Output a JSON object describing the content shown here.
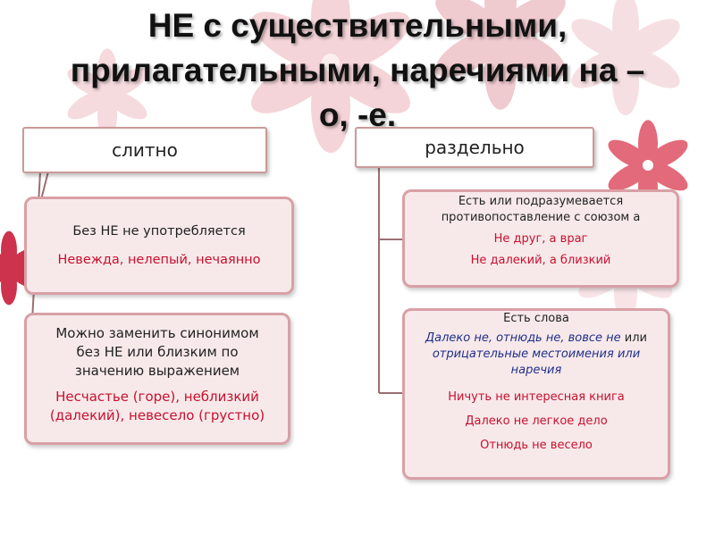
{
  "title": {
    "line1": "НЕ с существительными,",
    "line2": "прилагательными, наречиями на –",
    "line3": "о, -е."
  },
  "left": {
    "header": "слитно",
    "card1": {
      "rule": "Без НЕ не употребляется",
      "example": "Невежда, нелепый, нечаянно"
    },
    "card2": {
      "rule_line1": "Можно заменить синонимом",
      "rule_line2": "без НЕ или близким по",
      "rule_line3": "значению выражением",
      "example_line1": "Несчастье (горе), неблизкий",
      "example_line2": "(далекий), невесело (грустно)"
    }
  },
  "right": {
    "header": "раздельно",
    "card1": {
      "rule_line1": "Есть или подразумевается",
      "rule_line2": "противопоставление с союзом а",
      "example1": "Не друг, а враг",
      "example2": "Не далекий, а близкий"
    },
    "card2": {
      "rule": "Есть слова",
      "words_line1": "Далеко не, отнюдь не, вовсе не",
      "words_or1": " или",
      "words_line2": "отрицательные местоимения или",
      "words_line3": "наречия",
      "example1": "Ничуть не интересная книга",
      "example2": "Далеко не легкое дело",
      "example3": "Отнюдь не весело"
    }
  },
  "colors": {
    "accent_red": "#c8102e",
    "accent_blue": "#1f2f8a",
    "card_fill": "#f7e9ea",
    "card_border": "#d9a0a6"
  }
}
